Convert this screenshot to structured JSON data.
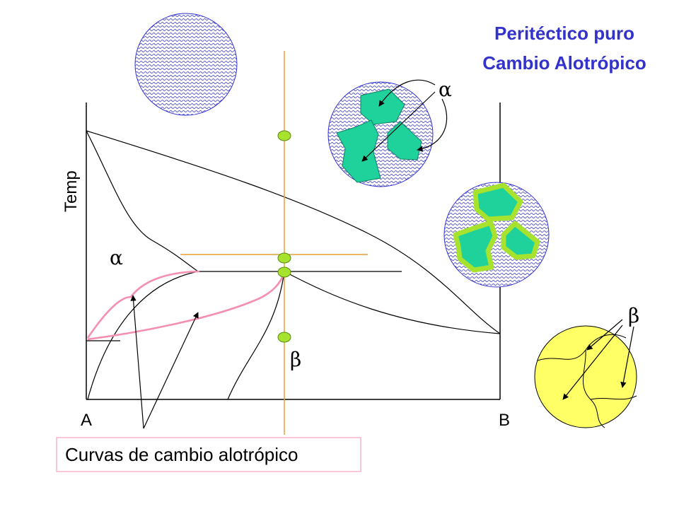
{
  "title": {
    "line1": "Peritéctico puro",
    "line2": "Cambio Alotrópico",
    "color": "#3333cc"
  },
  "axis": {
    "y_label": "Temp",
    "left_label": "A",
    "right_label": "B"
  },
  "phases": {
    "alpha": "α",
    "beta": "β"
  },
  "caption": {
    "text": "Curvas de cambio alotrópico",
    "border_color": "#f48fb1"
  },
  "colors": {
    "line": "#000000",
    "composition_line": "#e6a23c",
    "point_fill": "#a6e22e",
    "allotropic_curve": "#f48fb1",
    "liquid_pattern": "#3333cc",
    "alpha_grain": "#1fd19a",
    "alpha_rim": "#a6e22e",
    "beta_fill": "#ffff66"
  },
  "icons": {
    "liquid": "liquid-phase-circle-icon",
    "alpha_nuclei": "alpha-nuclei-circle-icon",
    "peritectic": "peritectic-reaction-circle-icon",
    "beta": "beta-grains-circle-icon"
  }
}
